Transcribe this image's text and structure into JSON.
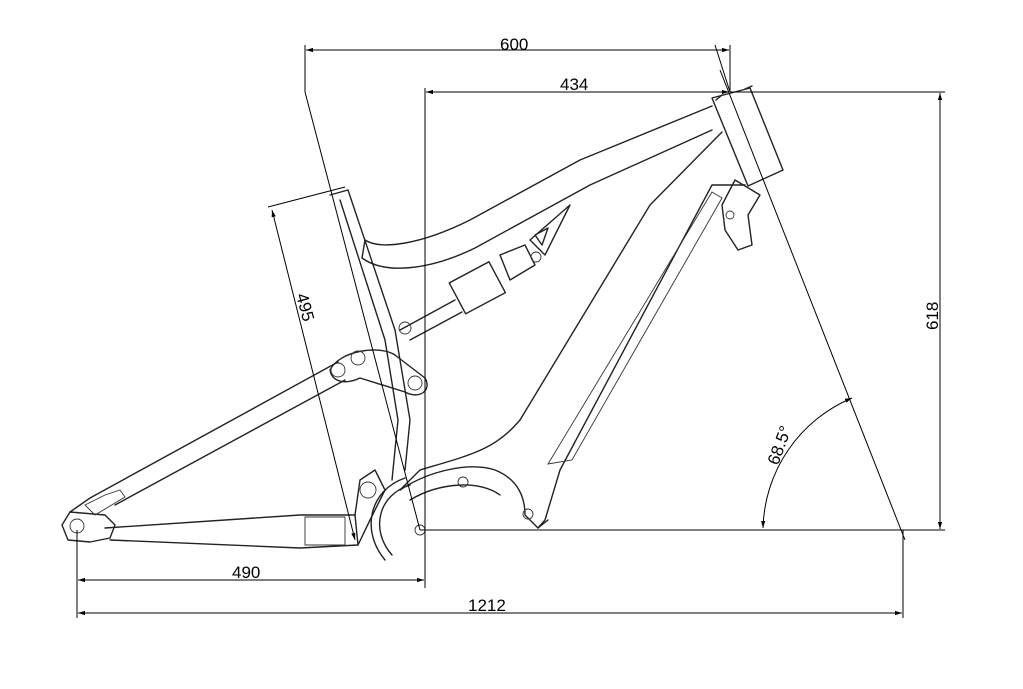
{
  "drawing": {
    "title": "Bicycle frame geometry",
    "dimensions": {
      "reach_top": "600",
      "reach": "434",
      "seat_tube": "495",
      "stack": "618",
      "head_angle": "68.5°",
      "chainstay": "490",
      "wheelbase": "1212"
    }
  }
}
